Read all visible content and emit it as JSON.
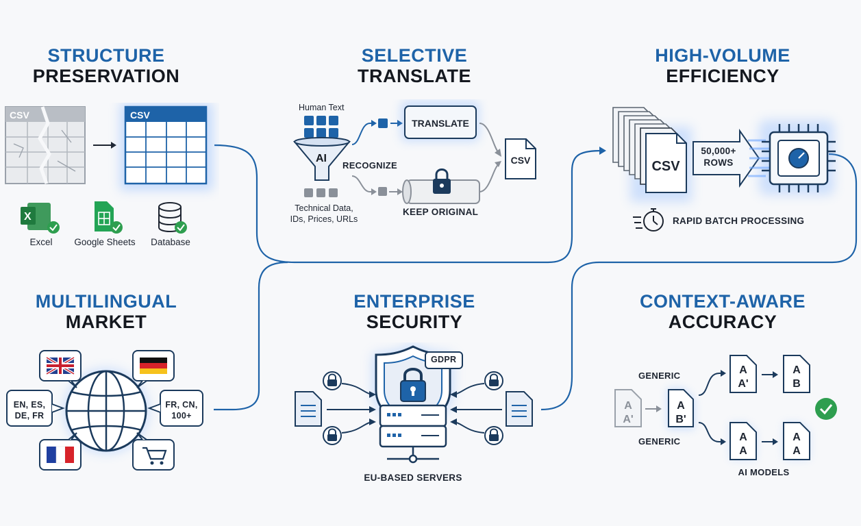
{
  "panels": {
    "structure": {
      "title_line1": "STRUCTURE",
      "title_line2": "PRESERVATION",
      "file_tag_broken": "CSV",
      "file_tag_fixed": "CSV",
      "targets": [
        "Excel",
        "Google Sheets",
        "Database"
      ]
    },
    "selective": {
      "title_line1": "SELECTIVE",
      "title_line2": "TRANSLATE",
      "human_text": "Human Text",
      "funnel_label": "AI",
      "recognize": "RECOGNIZE",
      "translate_box": "TRANSLATE",
      "keep_original": "KEEP ORIGINAL",
      "output_file": "CSV",
      "technical_line1": "Technical Data,",
      "technical_line2": "IDs, Prices, URLs"
    },
    "volume": {
      "title_line1": "HIGH-VOLUME",
      "title_line2": "EFFICIENCY",
      "file_label": "CSV",
      "rows_line1": "50,000+",
      "rows_line2": "ROWS",
      "batch": "RAPID BATCH PROCESSING"
    },
    "multilingual": {
      "title_line1": "MULTILINGUAL",
      "title_line2": "MARKET",
      "left_langs_line1": "EN, ES,",
      "left_langs_line2": "DE, FR",
      "right_langs_line1": "FR, CN,",
      "right_langs_line2": "100+"
    },
    "security": {
      "title_line1": "ENTERPRISE",
      "title_line2": "SECURITY",
      "badge": "GDPR",
      "servers": "EU-BASED SERVERS"
    },
    "context": {
      "title_line1": "CONTEXT-AWARE",
      "title_line2": "ACCURACY",
      "generic_top": "GENERIC",
      "generic_bottom": "GENERIC",
      "ai_models": "AI MODELS",
      "glyph_a": "A",
      "glyph_a_prime": "A'",
      "glyph_b": "B",
      "glyph_b_prime": "B'"
    }
  },
  "colors": {
    "accent": "#1e63a8",
    "navy": "#1b3a5c",
    "dark": "#14181f",
    "green": "#2e9e4f",
    "glow": "#6fa8ff"
  }
}
